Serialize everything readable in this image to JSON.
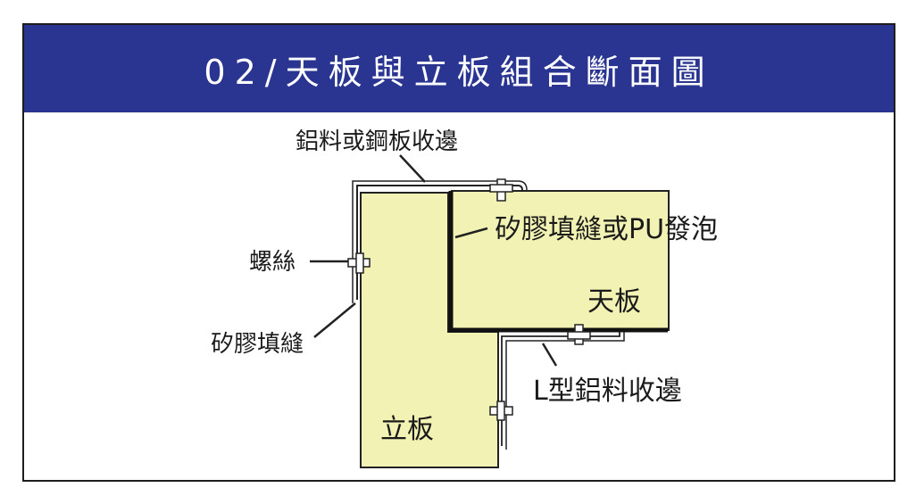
{
  "title": "02/天板與立板組合斷面圖",
  "colors": {
    "banner": "#2a3591",
    "panel_fill": "#f2f2b4",
    "outline": "#222222"
  },
  "labels": {
    "edge_trim": "鋁料或鋼板收邊",
    "screw": "螺絲",
    "silicone_fill_left": "矽膠填縫",
    "silicone_or_pu": "矽膠填縫或PU發泡",
    "top_panel": "天板",
    "l_trim": "L型鋁料收邊",
    "vertical_panel": "立板"
  }
}
